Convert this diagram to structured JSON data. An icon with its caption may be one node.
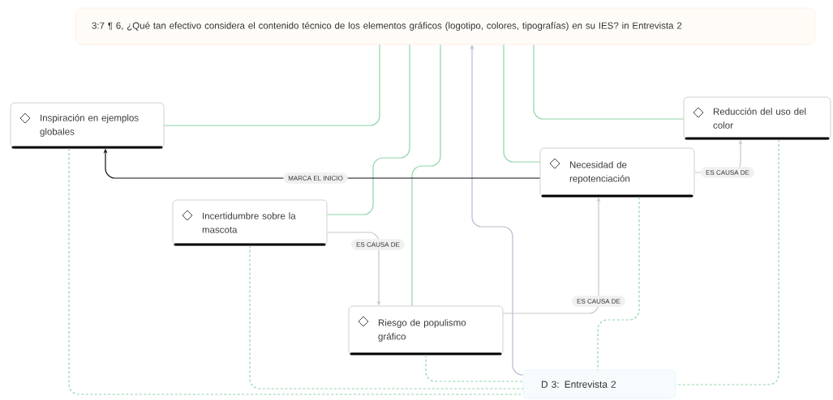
{
  "diagram": {
    "nodes": [
      {
        "text": [
          "3:7 ¶ 6, ¿Qué tan efectivo considera el contenido técnico de los elementos gráficos (logotipo, colores, tipografías) en su IES? in Entrevista 2"
        ]
      },
      {
        "text": [
          "Inspiración en ejemplos globales"
        ]
      },
      {
        "text": [
          "Reducción del uso del color"
        ]
      },
      {
        "text": [
          "Necesidad de repotenciación"
        ]
      },
      {
        "text": [
          "Incertidumbre sobre la mascota"
        ]
      },
      {
        "text": [
          "Riesgo de populismo gráfico"
        ]
      },
      {
        "text": [
          "D 3: Entrevista 2"
        ]
      }
    ],
    "edges": [
      {
        "from": 1,
        "to": 0,
        "arrow": "none"
      },
      {
        "from": 4,
        "to": 0,
        "arrow": "none"
      },
      {
        "from": 5,
        "to": 0,
        "arrow": "none"
      },
      {
        "from": 3,
        "to": 0,
        "arrow": "none"
      },
      {
        "from": 2,
        "to": 0,
        "arrow": "none"
      },
      {
        "from": 6,
        "to": 0,
        "arrow": "to",
        "color": "#b9b9d0"
      },
      {
        "from": 3,
        "to": 1,
        "arrow": "to",
        "label": "MARCA EL INICIO",
        "color": "#111111"
      },
      {
        "from": 4,
        "to": 5,
        "arrow": "to",
        "label": "ES CAUSA DE",
        "color": "#c8c8c8"
      },
      {
        "from": 5,
        "to": 3,
        "arrow": "to",
        "label": "ES CAUSA DE",
        "color": "#c8c8c8"
      },
      {
        "from": 3,
        "to": 2,
        "arrow": "to",
        "label": "ES CAUSA DE",
        "color": "#c8c8c8"
      },
      {
        "from": 1,
        "to": 6,
        "arrow": "none",
        "style": "dashed"
      },
      {
        "from": 4,
        "to": 6,
        "arrow": "none",
        "style": "dashed"
      },
      {
        "from": 5,
        "to": 6,
        "arrow": "none",
        "style": "dashed"
      },
      {
        "from": 3,
        "to": 6,
        "arrow": "none",
        "style": "dashed"
      },
      {
        "from": 2,
        "to": 6,
        "arrow": "none",
        "style": "dashed"
      }
    ]
  }
}
